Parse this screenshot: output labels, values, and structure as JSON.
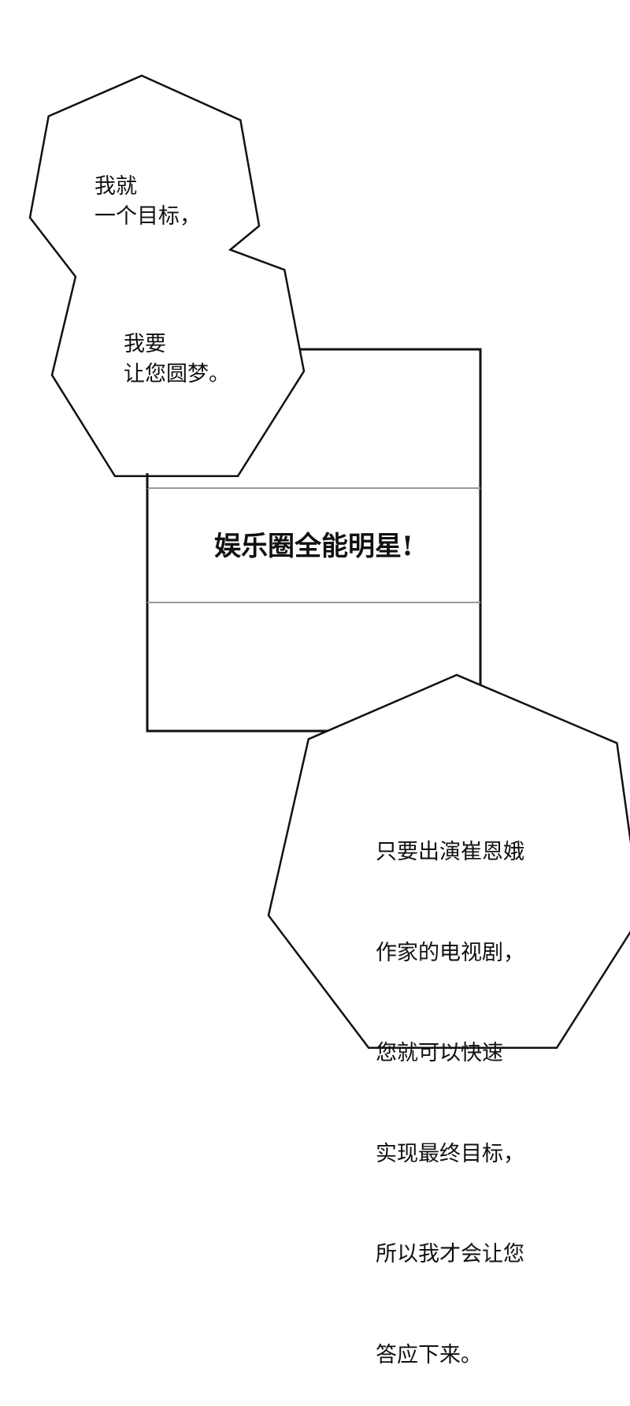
{
  "panel": {
    "title": "娱乐圈全能明星!"
  },
  "bubbles": [
    {
      "lines": [
        "我就",
        "一个目标，"
      ]
    },
    {
      "lines": [
        "我要",
        "让您圆梦。"
      ]
    },
    {
      "lines": [
        "只要出演崔恩娥",
        "作家的电视剧，",
        "您就可以快速",
        "实现最终目标，",
        "所以我才会让您",
        "答应下来。"
      ]
    }
  ],
  "colors": {
    "ink": "#111111",
    "rule": "#999999",
    "background": "#ffffff"
  }
}
